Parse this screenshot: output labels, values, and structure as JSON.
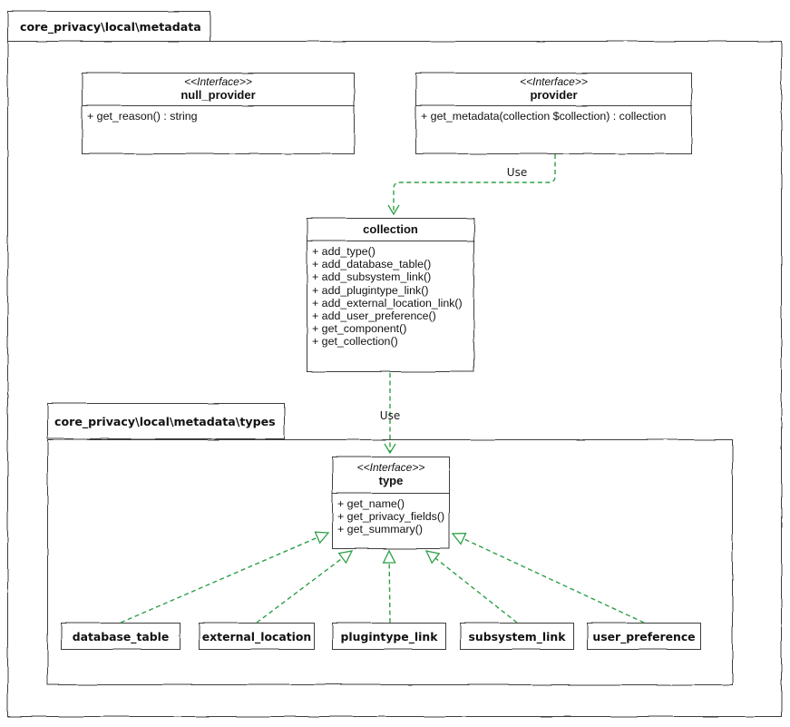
{
  "packages": {
    "outer": {
      "label": "core_privacy\\local\\metadata"
    },
    "types": {
      "label": "core_privacy\\local\\metadata\\types"
    }
  },
  "nodes": {
    "null_provider": {
      "stereotype": "<<Interface>>",
      "name": "null_provider",
      "methods": [
        "+ get_reason() : string"
      ]
    },
    "provider": {
      "stereotype": "<<Interface>>",
      "name": "provider",
      "methods": [
        "+ get_metadata(collection $collection) : collection"
      ]
    },
    "collection": {
      "name": "collection",
      "methods": [
        "+ add_type()",
        "+ add_database_table()",
        "+ add_subsystem_link()",
        "+ add_plugintype_link()",
        "+ add_external_location_link()",
        "+ add_user_preference()",
        "+ get_component()",
        "+ get_collection()"
      ]
    },
    "type": {
      "stereotype": "<<Interface>>",
      "name": "type",
      "methods": [
        "+ get_name()",
        "+ get_privacy_fields()",
        "+ get_summary()"
      ]
    },
    "database_table": {
      "name": "database_table"
    },
    "external_location": {
      "name": "external_location"
    },
    "plugintype_link": {
      "name": "plugintype_link"
    },
    "subsystem_link": {
      "name": "subsystem_link"
    },
    "user_preference": {
      "name": "user_preference"
    }
  },
  "edges": {
    "provider_uses_collection": {
      "label": "Use",
      "kind": "dependency"
    },
    "collection_uses_type": {
      "label": "Use",
      "kind": "dependency"
    },
    "realizations": [
      "database_table implements type",
      "external_location implements type",
      "plugintype_link implements type",
      "subsystem_link implements type",
      "user_preference implements type"
    ]
  },
  "colors": {
    "arrow_green": "#2da046",
    "border": "#3d3d3d",
    "background": "#ffffff"
  }
}
